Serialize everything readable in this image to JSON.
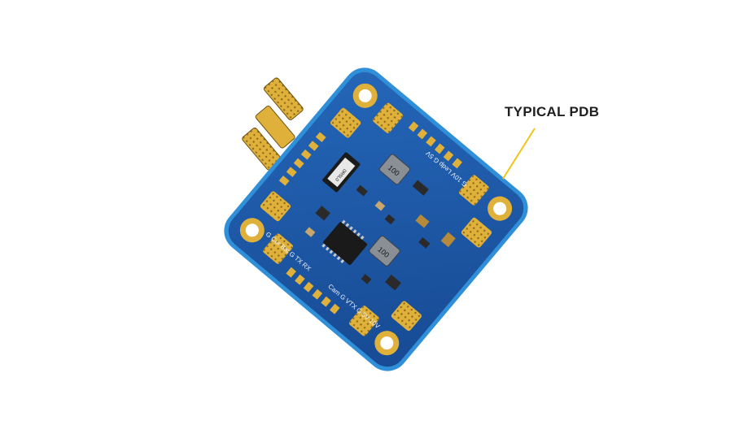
{
  "callout": {
    "label": "TYPICAL PDB",
    "leader_color": "#f2c514"
  },
  "board": {
    "subject": "power distribution board",
    "pcb_color": "#1f5aa8",
    "edge_color": "#2f8fd8",
    "pad_color": "#e0b13a",
    "silk_color": "#eef3fa",
    "component_marks": {
      "inductor_1": "100",
      "inductor_2": "100",
      "shunt_resistor": "0R5L0"
    },
    "silkscreen_labels": [
      "G Cur Bat G TX RX",
      "Cam G VTX G 5V 10V",
      "G 10V Ledp G 5V"
    ]
  },
  "colors": {
    "background": "#ffffff",
    "text": "#1f1f1f"
  }
}
